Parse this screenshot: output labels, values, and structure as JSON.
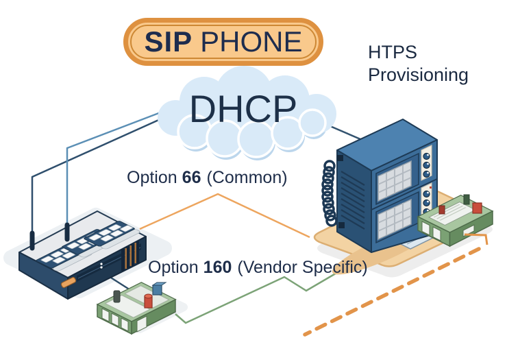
{
  "badge": {
    "bold": "SIP",
    "regular": "PHONE"
  },
  "cloud": {
    "label": "DHCP"
  },
  "provisioning_label": {
    "line1": "HTPS",
    "line2": "Provisioning"
  },
  "option_66": {
    "prefix": "Option",
    "number": "66",
    "suffix": "(Common)"
  },
  "option_160": {
    "prefix": "Option",
    "number": "160",
    "suffix": "(Vendor Specific)"
  },
  "colors": {
    "badge_border": "#de9140",
    "badge_fill": "#f9c98c",
    "navy_text": "#1d2c4e",
    "cloud_fill": "#d9eaf8",
    "option66_line": "#eda55e",
    "option160_line": "#7ca377",
    "dhcp_wire_dark": "#2f4f6d",
    "dhcp_wire_blue": "#5b8fb5",
    "https_dashed_line": "#e2944a",
    "platform_tan": "#f3d3a3",
    "server_blue": "#3c6d99",
    "device_green": "#8db487"
  }
}
